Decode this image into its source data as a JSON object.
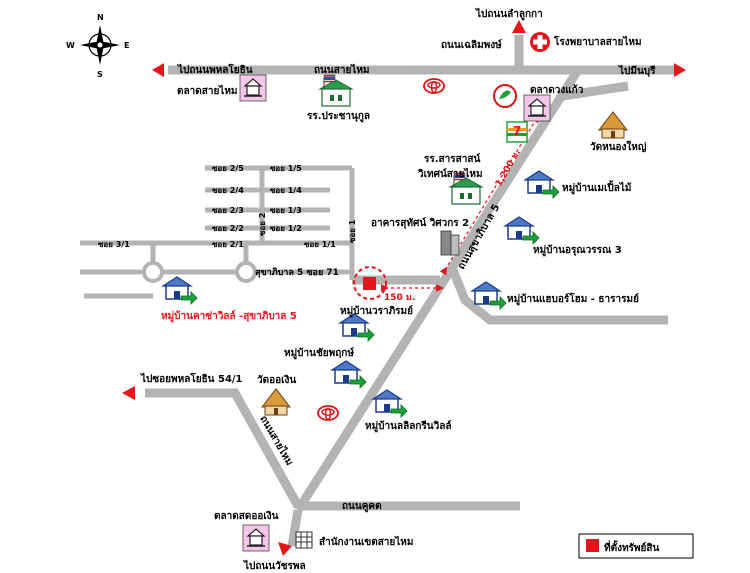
{
  "compass": {
    "n": "N",
    "s": "S",
    "e": "E",
    "w": "W"
  },
  "roads": {
    "top_to_phahonyothin": "ไปถนนพหลโยธิน",
    "top_sai_mai": "ถนนสายไหม",
    "to_min_buri": "ไปมีนบุรี",
    "to_lam_luk_ka": "ไปถนนลำลูกกา",
    "chaloem_phong": "ถนนเฉลิมพงษ์",
    "sukhaphiban_5_vertical": "ถนนสุขาภิบาล 5",
    "sukhaphiban_5_soi_71": "สุขาภิบาล 5 ซอย 71",
    "to_phahonyothin_54_1": "ไปซอยพหลโยธิน 54/1",
    "sai_mai_lower": "ถนนสายไหม",
    "khu_khot": "ถนนคูคต",
    "to_watcharaphon": "ไปถนนวัชรพล"
  },
  "sois": {
    "s2_5": "ซอย 2/5",
    "s2_4": "ซอย 2/4",
    "s2_3": "ซอย 2/3",
    "s2_2": "ซอย 2/2",
    "s2_1": "ซอย 2/1",
    "s1_5": "ซอย 1/5",
    "s1_4": "ซอย 1/4",
    "s1_3": "ซอย 1/3",
    "s1_2": "ซอย 1/2",
    "s1_1": "ซอย 1/1",
    "s2": "ซอย 2",
    "s1": "ซอย 1",
    "s3_1": "ซอย 3/1"
  },
  "places": {
    "hospital": "โรงพยาบาลสายไหม",
    "sai_mai_market": "ตลาดสายไหม",
    "prachanukul_school": "รร.ประชานุกูล",
    "duang_kaeo_market": "ตลาดวงแก้ว",
    "nong_yai_temple": "วัดหนองใหญ่",
    "school_line1": "รร.สารสาสน์",
    "school_line2": "วิเทศน์สายไหม",
    "building": "อาคารสุทัศน์ วิศวกร 2",
    "maple_village": "หมู่บ้านเมเปิ้ลไม้",
    "arunwan_village": "หมู่บ้านอรุณวรรณ 3",
    "casa_ville": "หมู่บ้านคาซ่าวิลล์ -สุขาภิบาล 5",
    "warabhirom_village": "หมู่บ้านวราภิรมย์",
    "harbor_home_village": "หมู่บ้านแฮบอร์โฮม - ธารารมย์",
    "chaiyaphruek_village": "หมู่บ้านชัยพฤกษ์",
    "wat_ok_ngoen": "วัดออเงิน",
    "lalin_village": "หมู่บ้านลลิลกรีนวิลล์",
    "ok_ngoen_market": "ตลาดสดออเงิน",
    "district_office": "สำนักงานเขตสายไหม"
  },
  "distances": {
    "d1200": "1,200 ม.",
    "d150": "150 ม."
  },
  "legend": {
    "label": "ที่ตั้งทรัพย์สิน",
    "color": "#e8141b"
  },
  "colors": {
    "road": "#b3b3b3",
    "arrow": "#e8141b",
    "marker": "#e8141b",
    "village_text": "#e8141b"
  },
  "icons": [
    "compass-icon",
    "hospital-icon",
    "market-icon",
    "school-flag-icon",
    "toyota-logo-icon",
    "seven-eleven-icon",
    "kasikorn-logo-icon",
    "temple-icon",
    "village-house-icon",
    "building-icon",
    "property-marker-icon"
  ]
}
